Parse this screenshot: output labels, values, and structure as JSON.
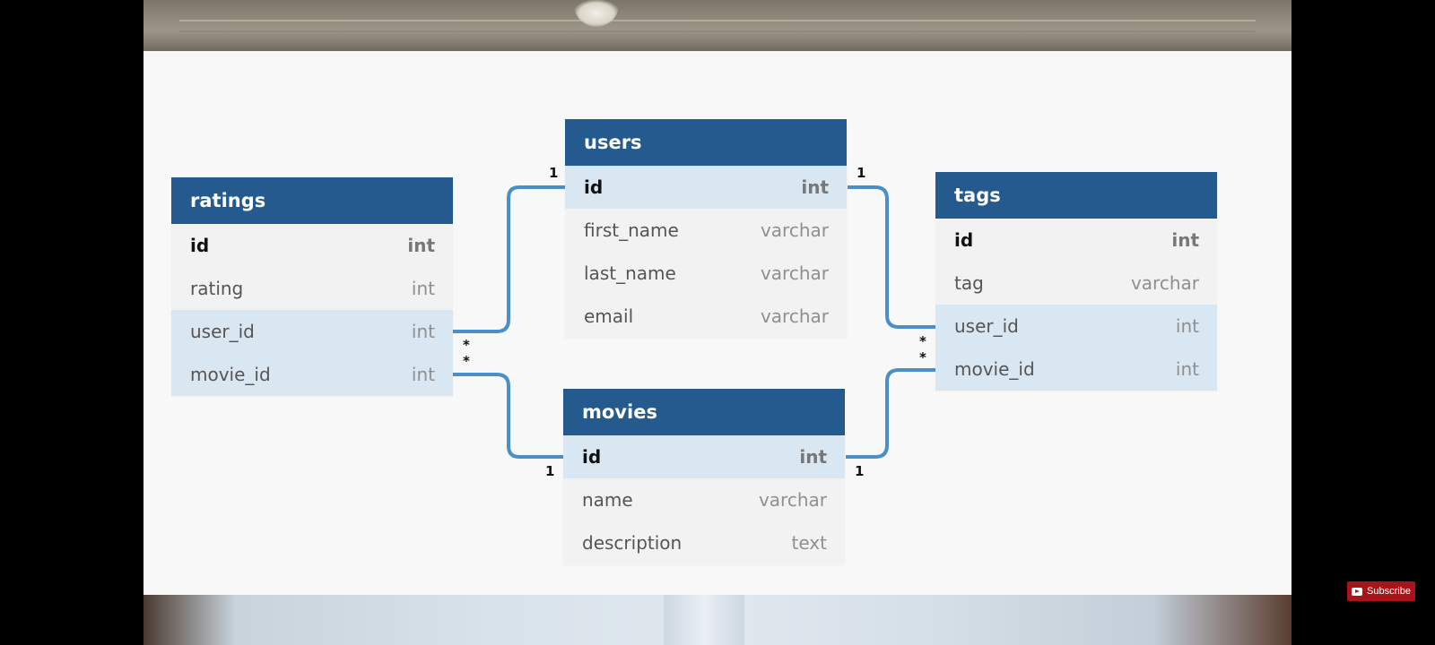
{
  "diagram": {
    "tables": {
      "ratings": {
        "name": "ratings",
        "fields": [
          {
            "name": "id",
            "type": "int"
          },
          {
            "name": "rating",
            "type": "int"
          },
          {
            "name": "user_id",
            "type": "int"
          },
          {
            "name": "movie_id",
            "type": "int"
          }
        ]
      },
      "users": {
        "name": "users",
        "fields": [
          {
            "name": "id",
            "type": "int"
          },
          {
            "name": "first_name",
            "type": "varchar"
          },
          {
            "name": "last_name",
            "type": "varchar"
          },
          {
            "name": "email",
            "type": "varchar"
          }
        ]
      },
      "movies": {
        "name": "movies",
        "fields": [
          {
            "name": "id",
            "type": "int"
          },
          {
            "name": "name",
            "type": "varchar"
          },
          {
            "name": "description",
            "type": "text"
          }
        ]
      },
      "tags": {
        "name": "tags",
        "fields": [
          {
            "name": "id",
            "type": "int"
          },
          {
            "name": "tag",
            "type": "varchar"
          },
          {
            "name": "user_id",
            "type": "int"
          },
          {
            "name": "movie_id",
            "type": "int"
          }
        ]
      }
    },
    "cardinality": {
      "one": "1",
      "many": "*"
    },
    "colors": {
      "header": "#255a8e",
      "key_row": "#d9e7f3",
      "row": "#f2f2f2",
      "connector": "#4a8fc9"
    }
  },
  "player": {
    "subscribe_label": "Subscribe"
  }
}
